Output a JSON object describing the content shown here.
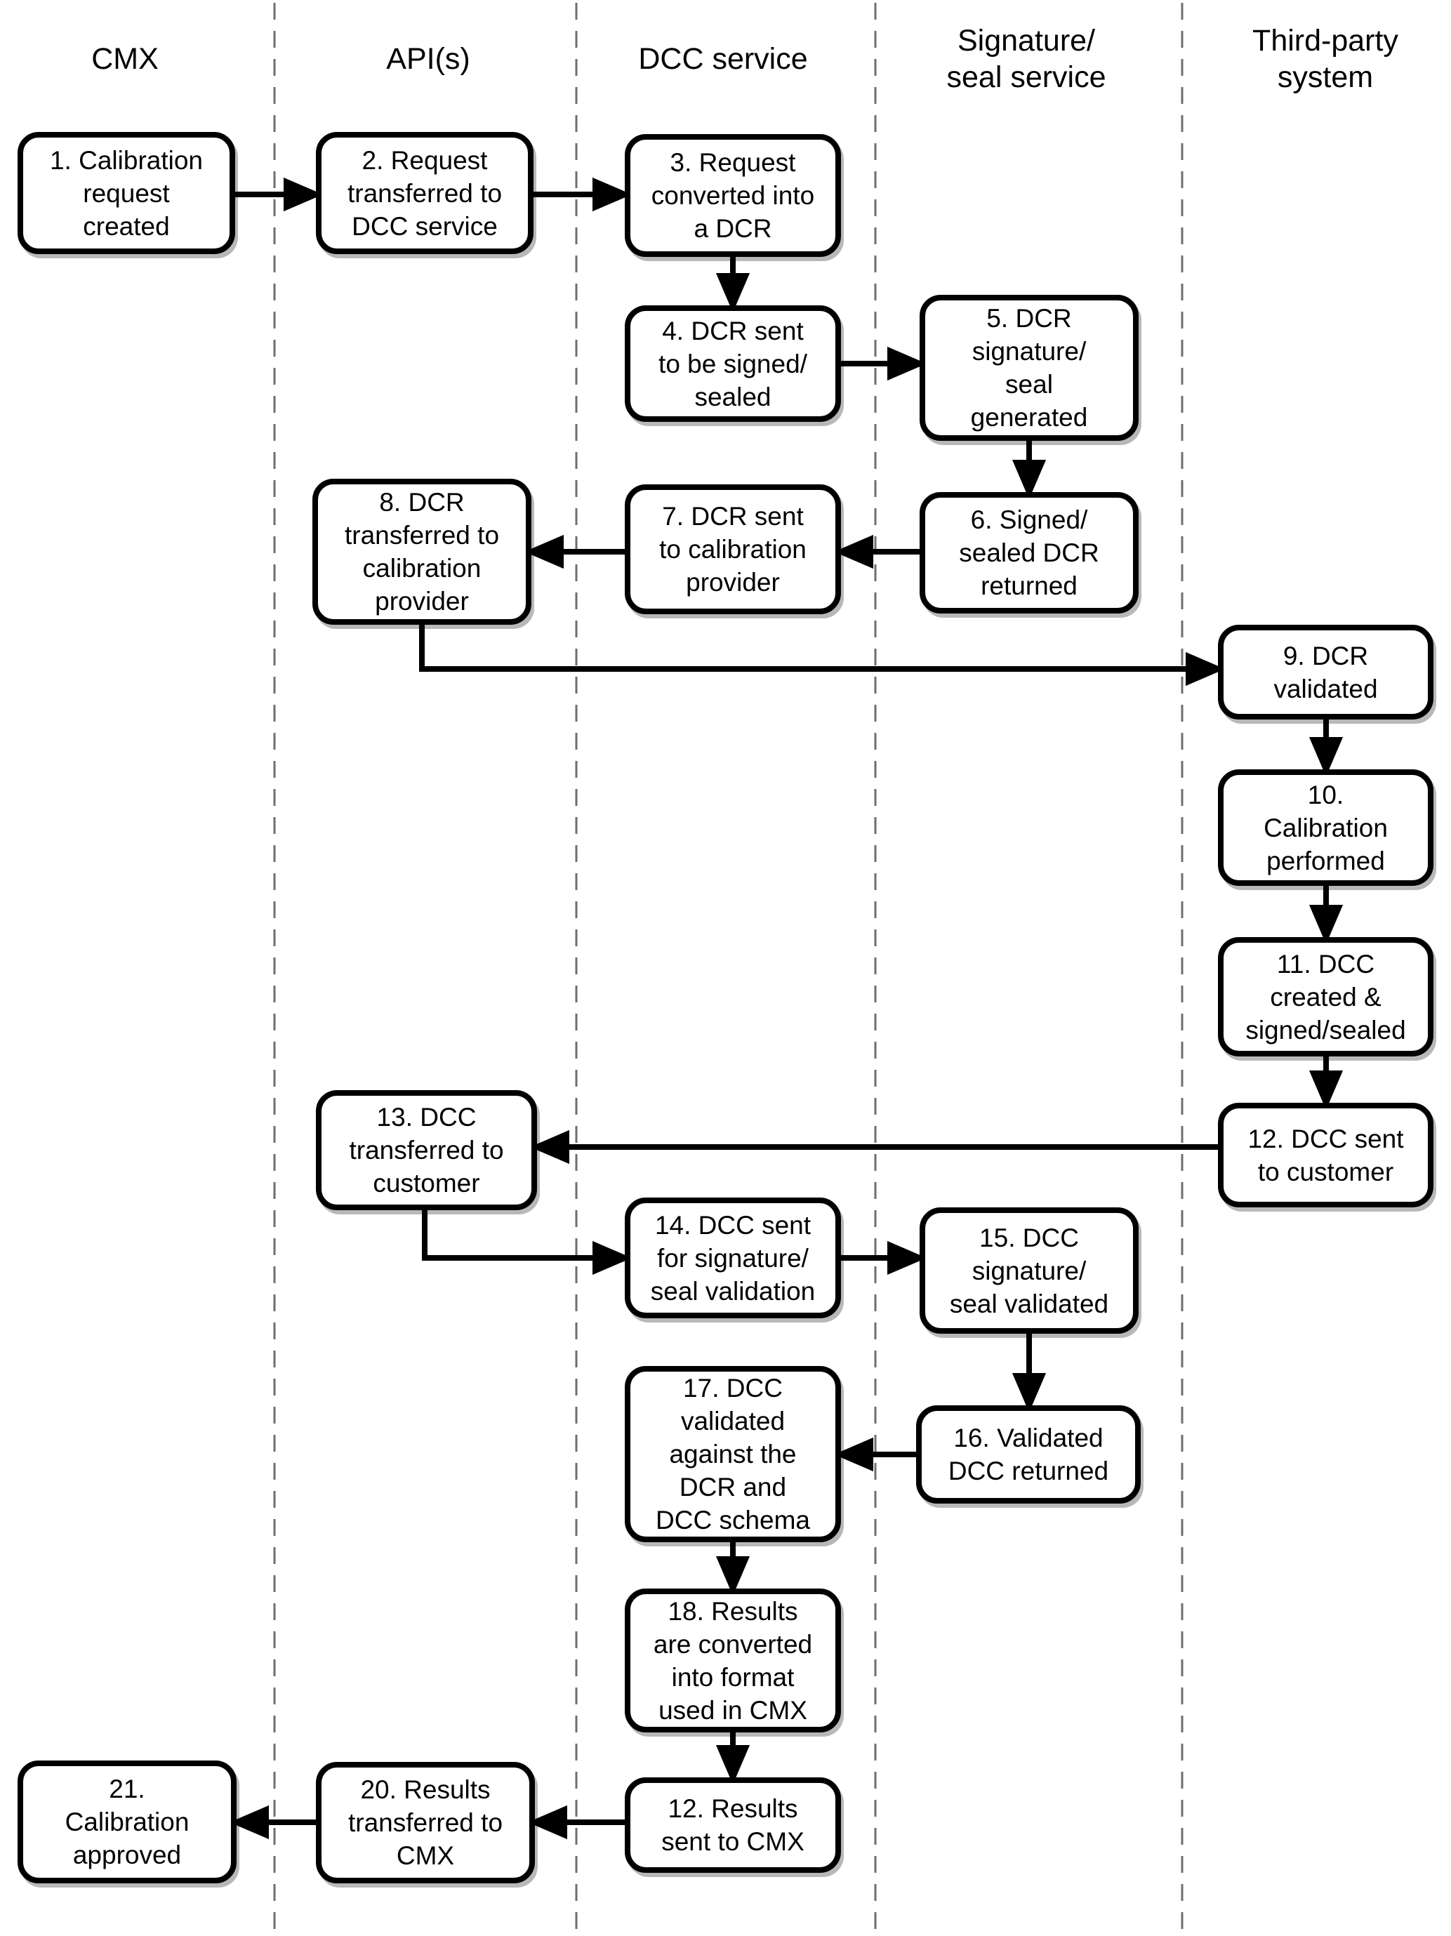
{
  "diagram": {
    "type": "swimlane-flowchart",
    "colors": {
      "line": "#000000",
      "lane_divider": "#6e6e6e",
      "box_fill": "#ffffff",
      "text": "#000000"
    },
    "lanes": [
      {
        "label": "CMX"
      },
      {
        "label": "API(s)"
      },
      {
        "label": "DCC service"
      },
      {
        "label": "Signature/\nseal service"
      },
      {
        "label": "Third-party\nsystem"
      }
    ],
    "boxes": [
      {
        "id": 1,
        "lane": "CMX",
        "label": "1. Calibration\nrequest\ncreated"
      },
      {
        "id": 2,
        "lane": "API(s)",
        "label": "2. Request\ntransferred to\nDCC service"
      },
      {
        "id": 3,
        "lane": "DCC service",
        "label": "3. Request\nconverted into\na DCR"
      },
      {
        "id": 4,
        "lane": "DCC service",
        "label": "4. DCR sent\nto be signed/\nsealed"
      },
      {
        "id": 5,
        "lane": "Signature/seal service",
        "label": "5. DCR\nsignature/\nseal\ngenerated"
      },
      {
        "id": 6,
        "lane": "Signature/seal service",
        "label": "6. Signed/\nsealed DCR\nreturned"
      },
      {
        "id": 7,
        "lane": "DCC service",
        "label": "7. DCR sent\nto calibration\nprovider"
      },
      {
        "id": 8,
        "lane": "API(s)",
        "label": "8. DCR\ntransferred to\ncalibration\nprovider"
      },
      {
        "id": 9,
        "lane": "Third-party system",
        "label": "9. DCR\nvalidated"
      },
      {
        "id": 10,
        "lane": "Third-party system",
        "label": "10.\nCalibration\nperformed"
      },
      {
        "id": 11,
        "lane": "Third-party system",
        "label": "11. DCC\ncreated &\nsigned/sealed"
      },
      {
        "id": 12,
        "lane": "Third-party system",
        "label": "12. DCC sent\nto customer"
      },
      {
        "id": 13,
        "lane": "API(s)",
        "label": "13. DCC\ntransferred to\ncustomer"
      },
      {
        "id": 14,
        "lane": "DCC service",
        "label": "14. DCC sent\nfor signature/\nseal validation"
      },
      {
        "id": 15,
        "lane": "Signature/seal service",
        "label": "15. DCC\nsignature/\nseal validated"
      },
      {
        "id": 16,
        "lane": "Signature/seal service",
        "label": "16. Validated\nDCC returned"
      },
      {
        "id": 17,
        "lane": "DCC service",
        "label": "17. DCC\nvalidated\nagainst the\nDCR and\nDCC schema"
      },
      {
        "id": 18,
        "lane": "DCC service",
        "label": "18. Results\nare converted\ninto format\nused in CMX"
      },
      {
        "id": 19,
        "lane": "DCC service",
        "label": "12. Results\nsent to CMX"
      },
      {
        "id": 20,
        "lane": "API(s)",
        "label": "20. Results\ntransferred to\nCMX"
      },
      {
        "id": 21,
        "lane": "CMX",
        "label": "21.\nCalibration\napproved"
      }
    ],
    "flow_order": [
      [
        1,
        2
      ],
      [
        2,
        3
      ],
      [
        3,
        4
      ],
      [
        4,
        5
      ],
      [
        5,
        6
      ],
      [
        6,
        7
      ],
      [
        7,
        8
      ],
      [
        8,
        9
      ],
      [
        9,
        10
      ],
      [
        10,
        11
      ],
      [
        11,
        12
      ],
      [
        12,
        13
      ],
      [
        13,
        14
      ],
      [
        14,
        15
      ],
      [
        15,
        16
      ],
      [
        16,
        17
      ],
      [
        17,
        18
      ],
      [
        18,
        19
      ],
      [
        19,
        20
      ],
      [
        20,
        21
      ]
    ]
  }
}
